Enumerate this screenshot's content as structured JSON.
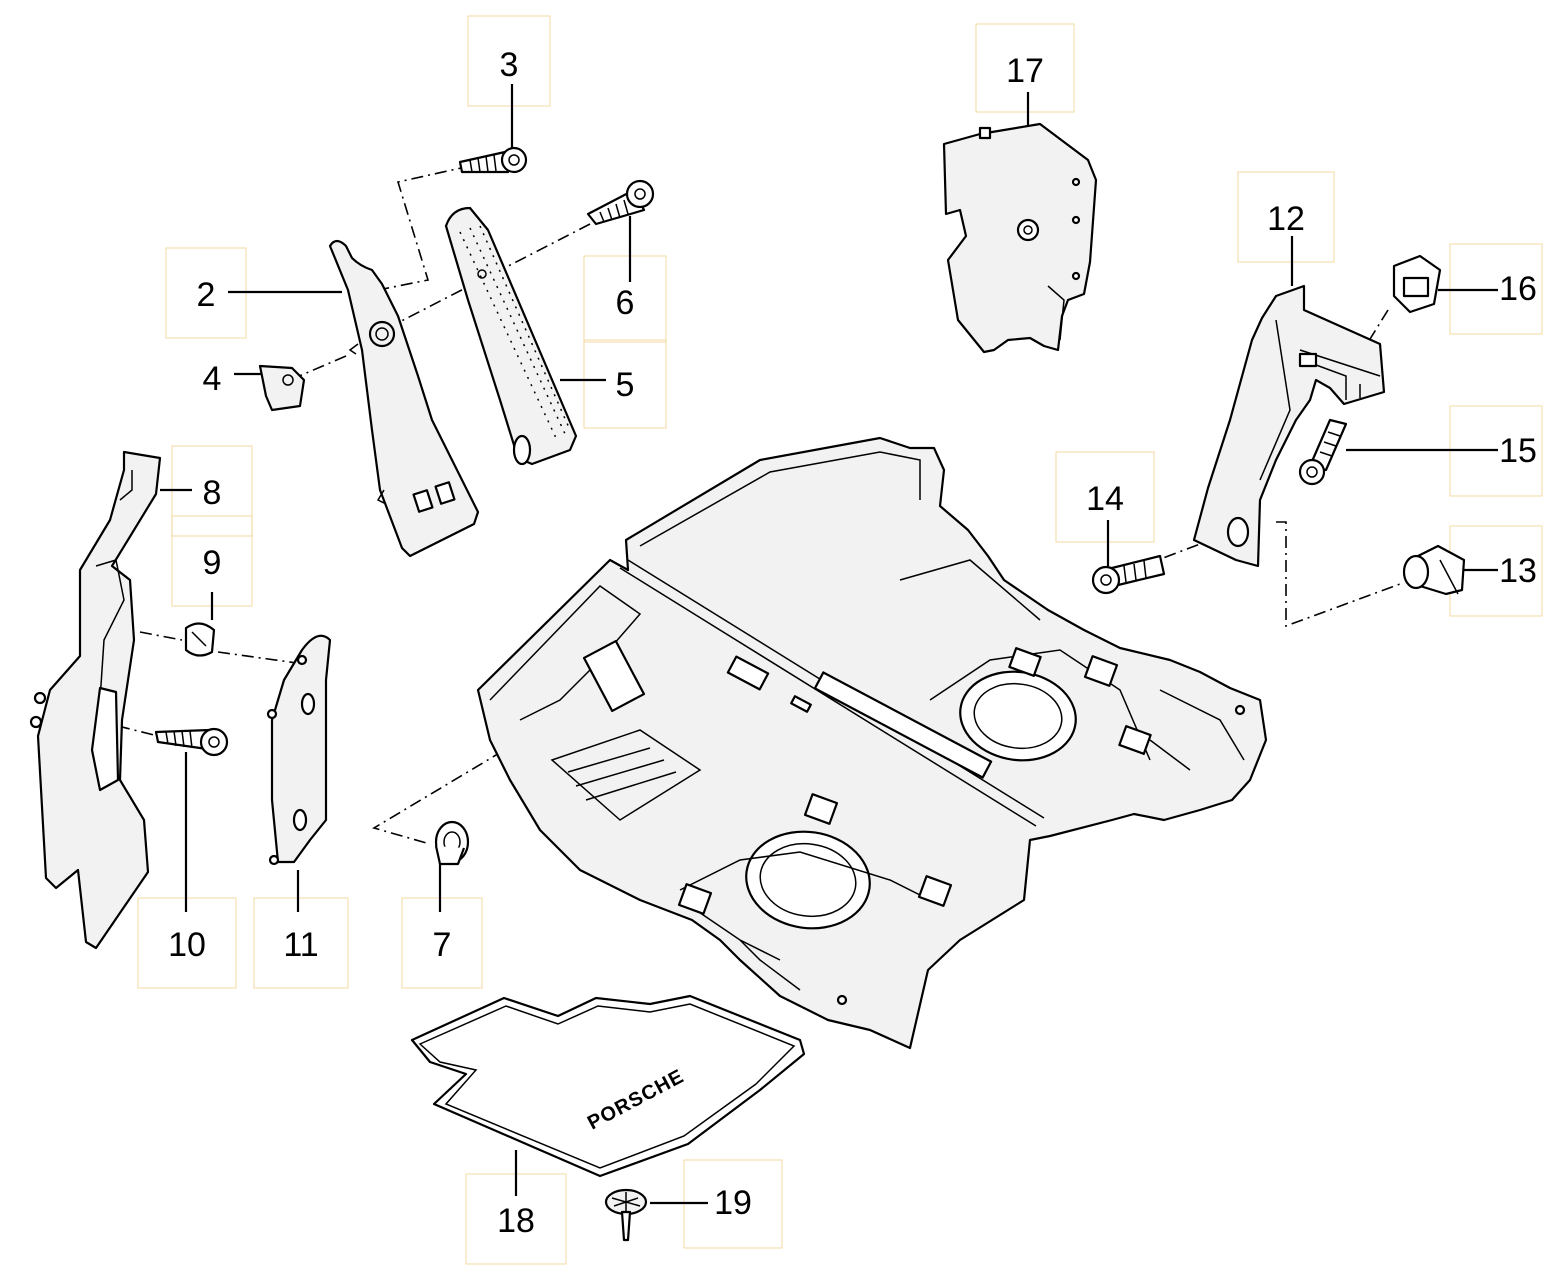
{
  "callouts": [
    {
      "id": "c2",
      "label": "2"
    },
    {
      "id": "c3",
      "label": "3"
    },
    {
      "id": "c4",
      "label": "4"
    },
    {
      "id": "c5",
      "label": "5"
    },
    {
      "id": "c6",
      "label": "6"
    },
    {
      "id": "c7",
      "label": "7"
    },
    {
      "id": "c8",
      "label": "8"
    },
    {
      "id": "c9",
      "label": "9"
    },
    {
      "id": "c10",
      "label": "10"
    },
    {
      "id": "c11",
      "label": "11"
    },
    {
      "id": "c12",
      "label": "12"
    },
    {
      "id": "c13",
      "label": "13"
    },
    {
      "id": "c14",
      "label": "14"
    },
    {
      "id": "c15",
      "label": "15"
    },
    {
      "id": "c16",
      "label": "16"
    },
    {
      "id": "c17",
      "label": "17"
    },
    {
      "id": "c18",
      "label": "18"
    },
    {
      "id": "c19",
      "label": "19"
    }
  ],
  "floor_mat": {
    "logo": "PORSCHE"
  },
  "colors": {
    "callout_box": "#f5deb0",
    "line": "#000000",
    "part_fill": "#f2f2f2"
  }
}
